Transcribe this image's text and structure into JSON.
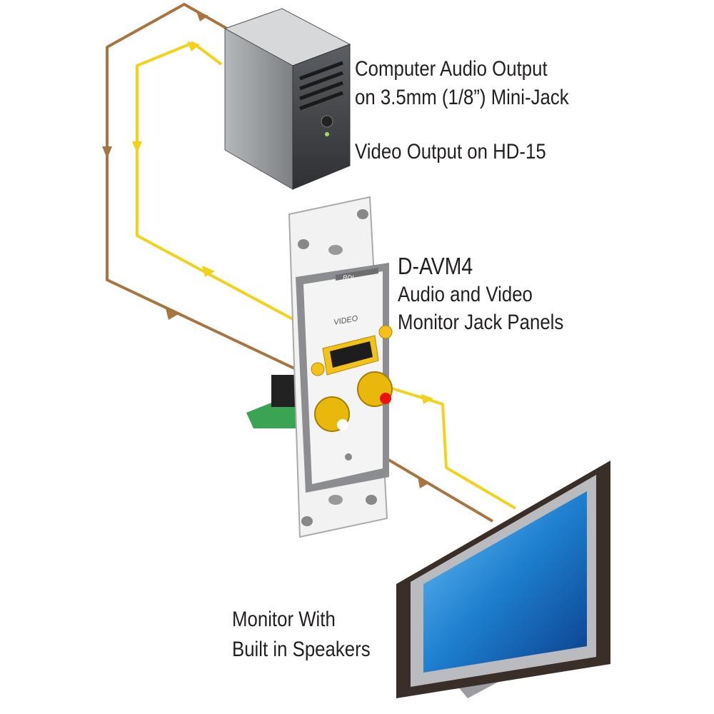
{
  "computer": {
    "audio_line1": "Computer Audio Output",
    "audio_line2": "on 3.5mm (1/8”) Mini-Jack",
    "video_line": "Video Output on HD-15"
  },
  "panel": {
    "model": "D-AVM4",
    "desc_line1": "Audio and Video",
    "desc_line2": "Monitor Jack Panels",
    "brand_mark": "RDL",
    "video_label": "VIDEO"
  },
  "monitor": {
    "line1": "Monitor With",
    "line2": "Built in Speakers"
  },
  "colors": {
    "audio_cable": "#a8743f",
    "video_cable": "#f2d21b",
    "screen": "#1e7fd0"
  }
}
